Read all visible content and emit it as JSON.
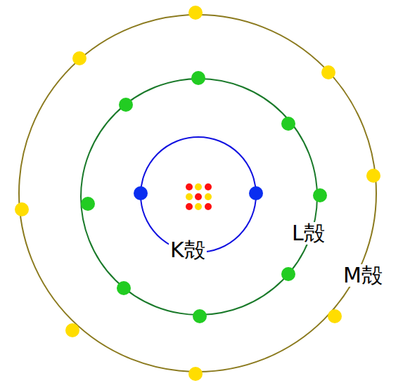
{
  "diagram": {
    "labels": [
      "K殻",
      "L殻",
      "M殻"
    ]
  }
}
